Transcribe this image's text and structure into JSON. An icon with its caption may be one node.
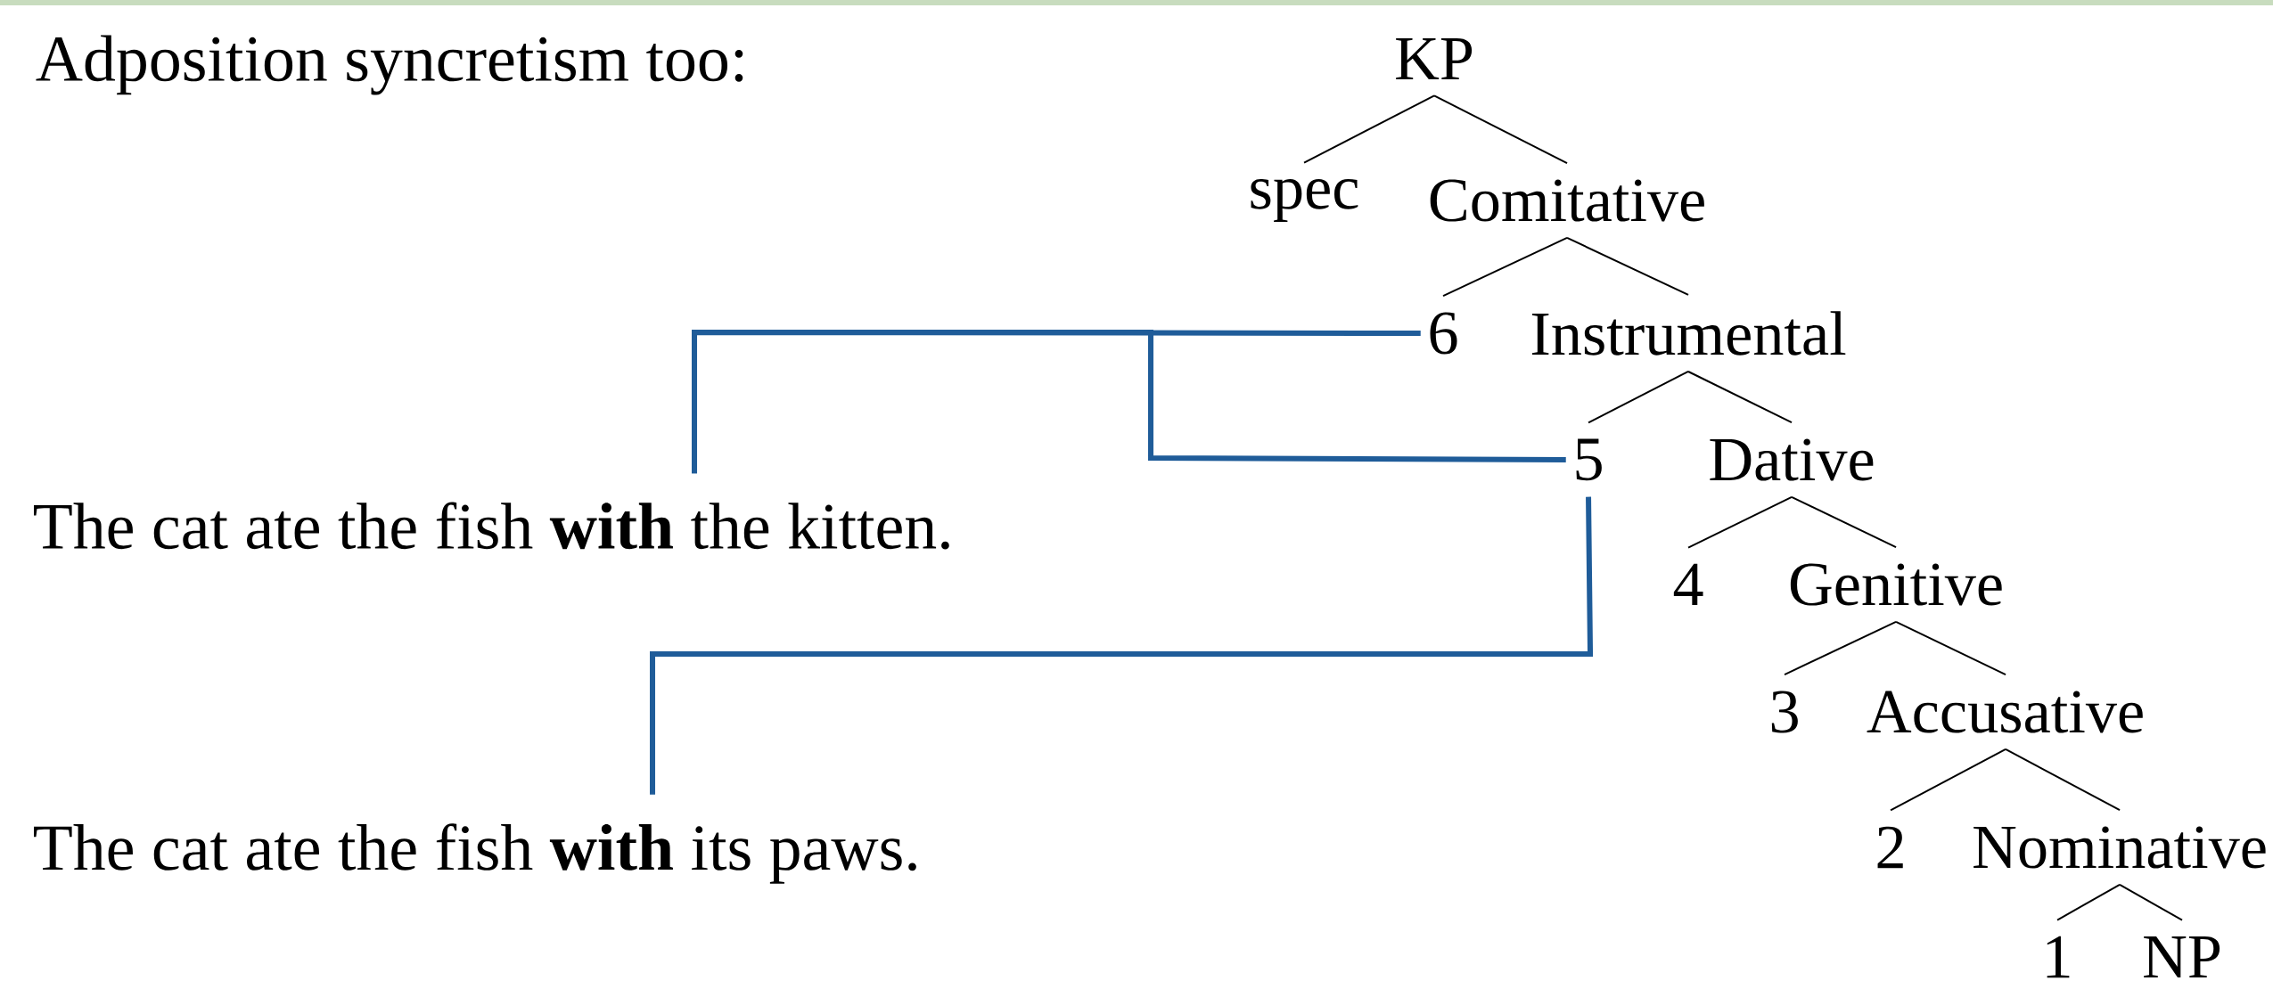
{
  "diagram": {
    "title": "Adposition syncretism too:",
    "nodes": [
      {
        "text": [
          "KP"
        ]
      },
      {
        "text": [
          "spec"
        ]
      },
      {
        "text": [
          "Comitative"
        ]
      },
      {
        "text": [
          "6"
        ]
      },
      {
        "text": [
          "Instrumental"
        ]
      },
      {
        "text": [
          "5"
        ]
      },
      {
        "text": [
          "Dative"
        ]
      },
      {
        "text": [
          "4"
        ]
      },
      {
        "text": [
          "Genitive"
        ]
      },
      {
        "text": [
          "3"
        ]
      },
      {
        "text": [
          "Accusative"
        ]
      },
      {
        "text": [
          "2"
        ]
      },
      {
        "text": [
          "Nominative"
        ]
      },
      {
        "text": [
          "1"
        ]
      },
      {
        "text": [
          "NP"
        ]
      },
      {
        "text": [
          "The cat ate the fish **with** the kitten."
        ]
      },
      {
        "text": [
          "The cat ate the fish **with** its paws."
        ]
      }
    ],
    "edges": [
      {
        "from": 0,
        "to": 1,
        "arrow": "none"
      },
      {
        "from": 0,
        "to": 2,
        "arrow": "none"
      },
      {
        "from": 2,
        "to": 3,
        "arrow": "none"
      },
      {
        "from": 2,
        "to": 4,
        "arrow": "none"
      },
      {
        "from": 4,
        "to": 5,
        "arrow": "none"
      },
      {
        "from": 4,
        "to": 6,
        "arrow": "none"
      },
      {
        "from": 6,
        "to": 7,
        "arrow": "none"
      },
      {
        "from": 6,
        "to": 8,
        "arrow": "none"
      },
      {
        "from": 8,
        "to": 9,
        "arrow": "none"
      },
      {
        "from": 8,
        "to": 10,
        "arrow": "none"
      },
      {
        "from": 10,
        "to": 11,
        "arrow": "none"
      },
      {
        "from": 10,
        "to": 12,
        "arrow": "none"
      },
      {
        "from": 12,
        "to": 13,
        "arrow": "none"
      },
      {
        "from": 12,
        "to": 14,
        "arrow": "none"
      },
      {
        "from": 15,
        "to": 3,
        "arrow": "none",
        "style": "thick",
        "color": "#1f5c99"
      },
      {
        "from": 15,
        "to": 5,
        "arrow": "none",
        "style": "thick",
        "color": "#1f5c99"
      },
      {
        "from": 5,
        "to": 16,
        "arrow": "none",
        "style": "thick",
        "color": "#1f5c99"
      }
    ]
  }
}
